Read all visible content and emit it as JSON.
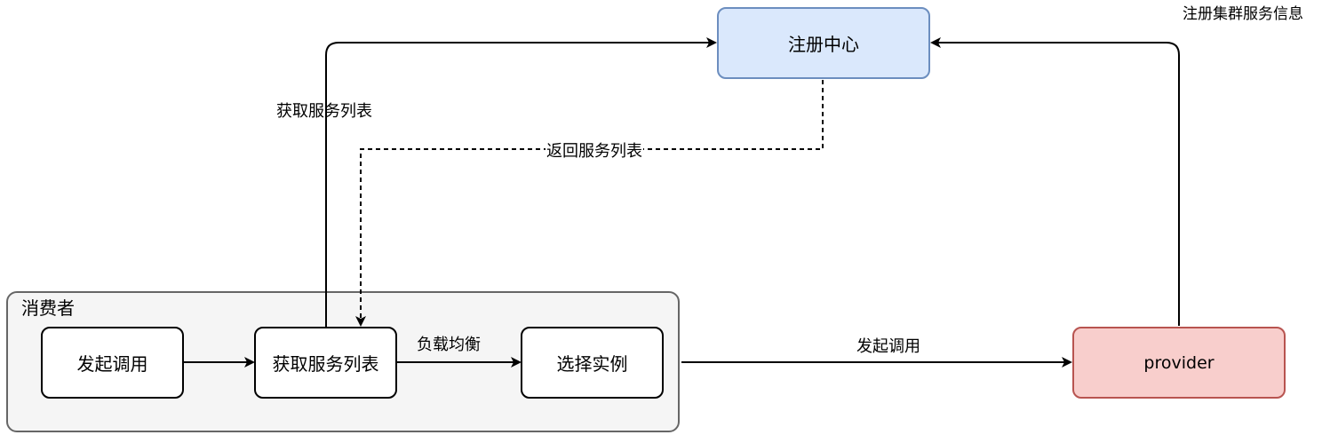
{
  "nodes": {
    "registry": "注册中心",
    "provider": "provider",
    "start_call": "发起调用",
    "get_list": "获取服务列表",
    "select_instance": "选择实例"
  },
  "container": {
    "label": "消费者"
  },
  "edge_labels": {
    "fetch_list": "获取服务列表",
    "return_list": "返回服务列表",
    "load_balance": "负载均衡",
    "invoke": "发起调用",
    "register": "注册集群服务信息"
  },
  "colors": {
    "registry_fill": "#dae8fc",
    "registry_border": "#6c8ebf",
    "provider_fill": "#f8cecc",
    "provider_border": "#b85450",
    "container_fill": "#f5f5f5",
    "container_border": "#666666",
    "edge": "#000000"
  }
}
